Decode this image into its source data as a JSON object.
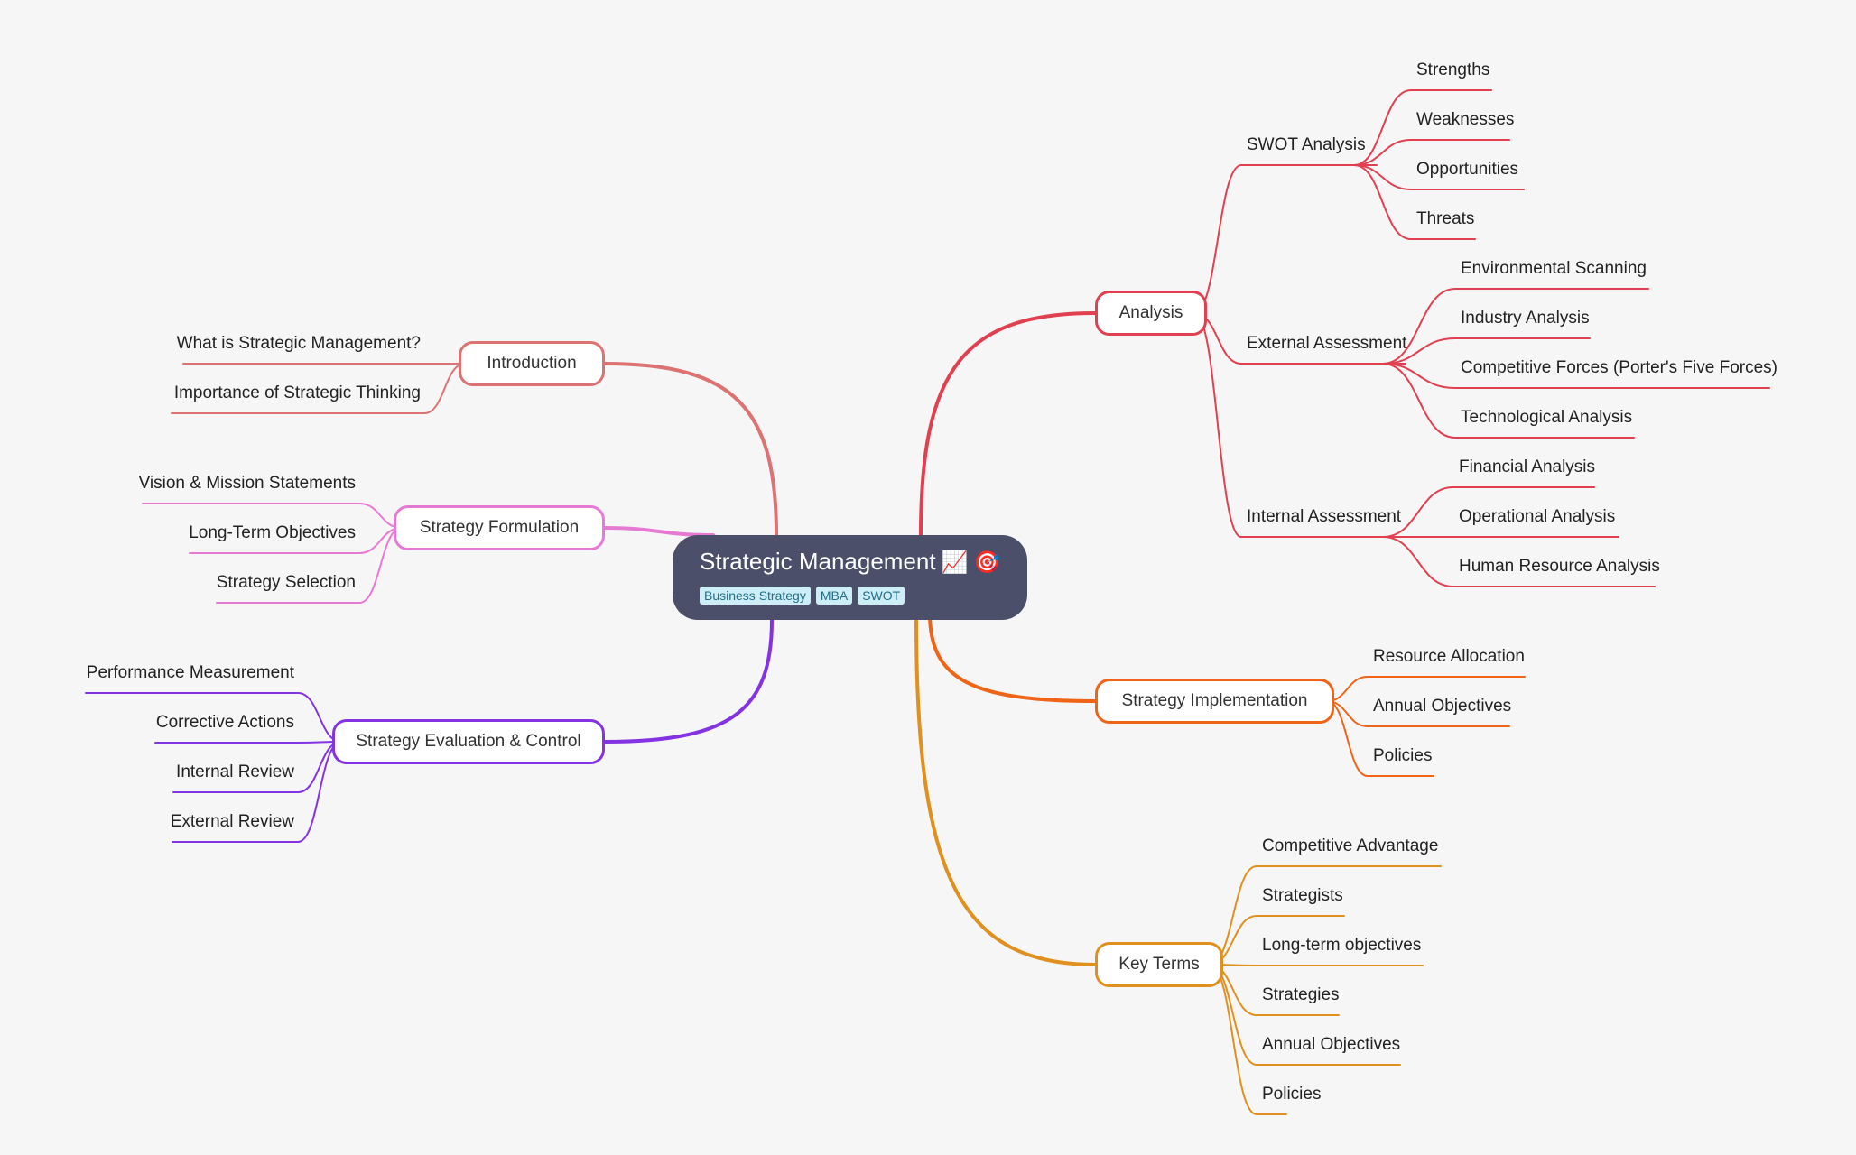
{
  "root": {
    "title": "Strategic Management",
    "emoji_1": "📈",
    "emoji_2": "🎯",
    "tags": [
      "Business Strategy",
      "MBA",
      "SWOT"
    ]
  },
  "colors": {
    "analysis": "#e0404f",
    "implementation": "#f06418",
    "key_terms": "#e0901f",
    "introduction": "#dc7272",
    "formulation": "#e67ad2",
    "evaluation": "#8333e2"
  },
  "branches": {
    "analysis": {
      "label": "Analysis",
      "groups": [
        {
          "label": "SWOT Analysis",
          "items": [
            "Strengths",
            "Weaknesses",
            "Opportunities",
            "Threats"
          ]
        },
        {
          "label": "External Assessment",
          "items": [
            "Environmental Scanning",
            "Industry Analysis",
            "Competitive Forces (Porter's Five Forces)",
            "Technological Analysis"
          ]
        },
        {
          "label": "Internal Assessment",
          "items": [
            "Financial Analysis",
            "Operational Analysis",
            "Human Resource Analysis"
          ]
        }
      ]
    },
    "implementation": {
      "label": "Strategy Implementation",
      "items": [
        "Resource Allocation",
        "Annual Objectives",
        "Policies"
      ]
    },
    "key_terms": {
      "label": "Key Terms",
      "items": [
        "Competitive Advantage",
        "Strategists",
        "Long-term objectives",
        "Strategies",
        "Annual Objectives",
        "Policies"
      ]
    },
    "introduction": {
      "label": "Introduction",
      "items": [
        "What is Strategic Management?",
        "Importance of Strategic Thinking"
      ]
    },
    "formulation": {
      "label": "Strategy Formulation",
      "items": [
        "Vision & Mission Statements",
        "Long-Term Objectives",
        "Strategy Selection"
      ]
    },
    "evaluation": {
      "label": "Strategy Evaluation & Control",
      "items": [
        "Performance Measurement",
        "Corrective Actions",
        "Internal Review",
        "External Review"
      ]
    }
  }
}
